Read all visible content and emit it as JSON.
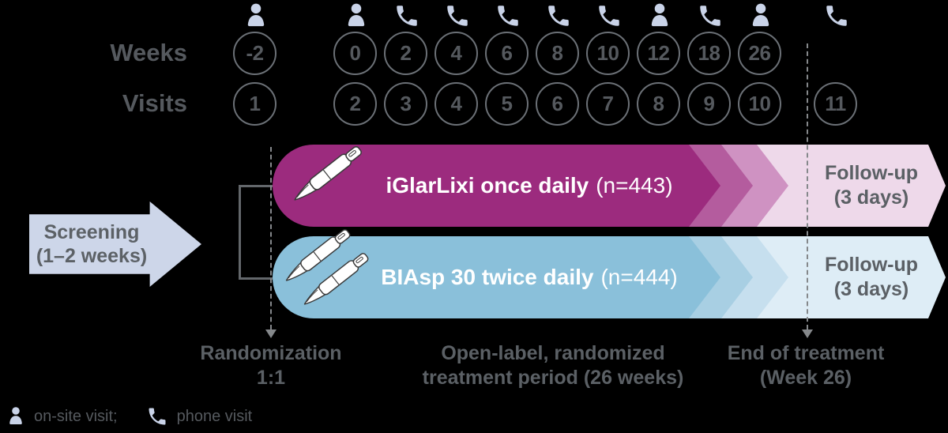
{
  "timeline": {
    "weeks_label": "Weeks",
    "visits_label": "Visits",
    "columns": [
      {
        "week": "-2",
        "visit": "1",
        "icon": "person"
      },
      {
        "week": "0",
        "visit": "2",
        "icon": "person"
      },
      {
        "week": "2",
        "visit": "3",
        "icon": "phone"
      },
      {
        "week": "4",
        "visit": "4",
        "icon": "phone"
      },
      {
        "week": "6",
        "visit": "5",
        "icon": "phone"
      },
      {
        "week": "8",
        "visit": "6",
        "icon": "phone"
      },
      {
        "week": "10",
        "visit": "7",
        "icon": "phone"
      },
      {
        "week": "12",
        "visit": "8",
        "icon": "person"
      },
      {
        "week": "18",
        "visit": "9",
        "icon": "phone"
      },
      {
        "week": "26",
        "visit": "10",
        "icon": "person"
      },
      {
        "week": "",
        "visit": "11",
        "icon": "phone"
      }
    ]
  },
  "screening": {
    "line1": "Screening",
    "line2": "(1–2 weeks)"
  },
  "arms": [
    {
      "label_bold": "iGlarLixi once daily",
      "label_n": "(n=443)",
      "followup_line1": "Follow-up",
      "followup_line2": "(3 days)"
    },
    {
      "label_bold": "BIAsp 30 twice daily",
      "label_n": "(n=444)",
      "followup_line1": "Follow-up",
      "followup_line2": "(3 days)"
    }
  ],
  "annotations": {
    "randomization_line1": "Randomization",
    "randomization_line2": "1:1",
    "open_label_line1": "Open-label, randomized",
    "open_label_line2": "treatment period (26 weeks)",
    "end_of_treatment_line1": "End of treatment",
    "end_of_treatment_line2": "(Week 26)"
  },
  "legend": {
    "onsite_label": "on-site visit;",
    "phone_label": "phone visit"
  },
  "colors": {
    "iglarlixi_magenta": "#9c2b7e",
    "biasp_blue": "#8ac0da",
    "screening_lavender": "#cdd6e9",
    "followup_pink": "#eed9ea",
    "followup_light_blue": "#deedf6",
    "icon_lavender": "#c9d3e8",
    "text_gray": "#55595e"
  }
}
